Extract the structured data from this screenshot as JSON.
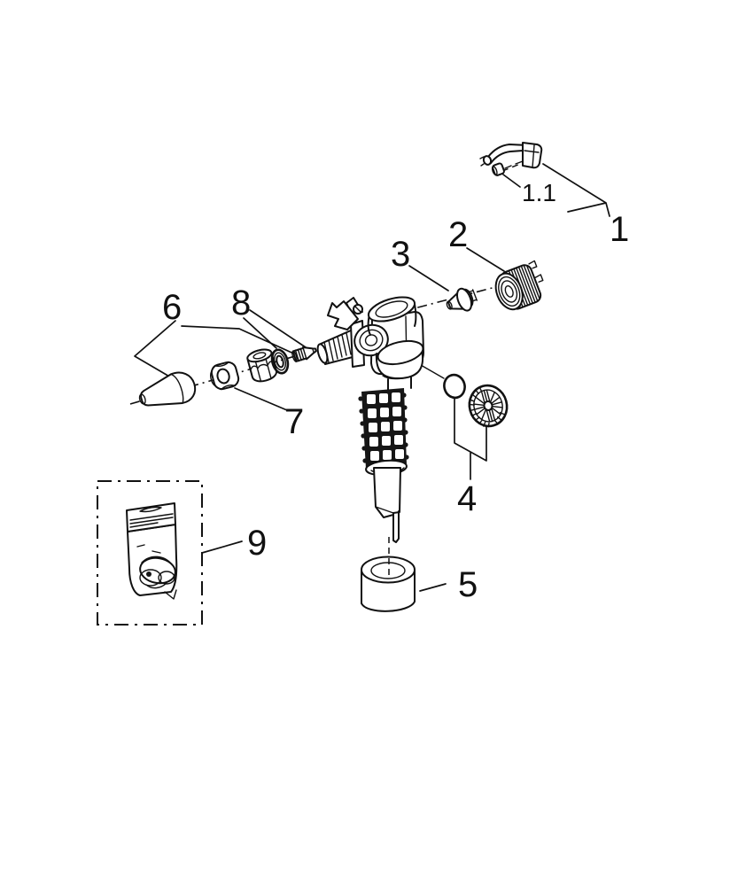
{
  "diagram": {
    "colors": {
      "background": "#ffffff",
      "line": "#111111"
    },
    "labels": [
      {
        "text": "1"
      },
      {
        "text": "1.1"
      },
      {
        "text": "2"
      },
      {
        "text": "3"
      },
      {
        "text": "4"
      },
      {
        "text": "5"
      },
      {
        "text": "6"
      },
      {
        "text": "7"
      },
      {
        "text": "8"
      },
      {
        "text": "9"
      }
    ],
    "parts": [
      {
        "label": "1",
        "name": "lever-arm-assembly"
      },
      {
        "label": "1.1",
        "name": "lever-pivot-nut"
      },
      {
        "label": "2",
        "name": "knurled-cap"
      },
      {
        "label": "3",
        "name": "valve-piston"
      },
      {
        "label": "4",
        "name": "o-ring-and-impeller-wheel"
      },
      {
        "label": "5",
        "name": "damper-cup"
      },
      {
        "label": "6",
        "name": "outlet-connection-set"
      },
      {
        "label": "7",
        "name": "square-nut"
      },
      {
        "label": "8",
        "name": "washer-and-screw-nipple"
      },
      {
        "label": "9",
        "name": "service-seal-kit-bag"
      }
    ]
  }
}
